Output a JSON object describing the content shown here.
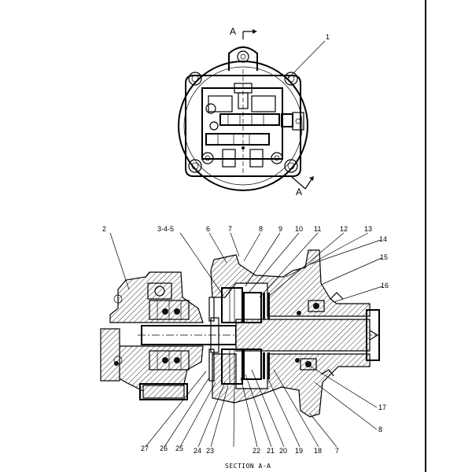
{
  "section_marks": {
    "top": "A",
    "bottom": "A"
  },
  "caption": "SECTION A-A",
  "callouts": {
    "c1": "1",
    "c2": "2",
    "c3": "3-4-5",
    "c6": "6",
    "c7_top": "7",
    "c8_top": "8",
    "c9": "9",
    "c10": "10",
    "c11": "11",
    "c12": "12",
    "c13": "13",
    "c14": "14",
    "c15": "15",
    "c16": "16",
    "c17": "17",
    "c8_bot": "8",
    "c7_bot": "7",
    "c18": "18",
    "c19": "19",
    "c20": "20",
    "c21": "21",
    "c22": "22",
    "c23": "23",
    "c24": "24",
    "c25": "25",
    "c26": "26",
    "c27": "27"
  }
}
